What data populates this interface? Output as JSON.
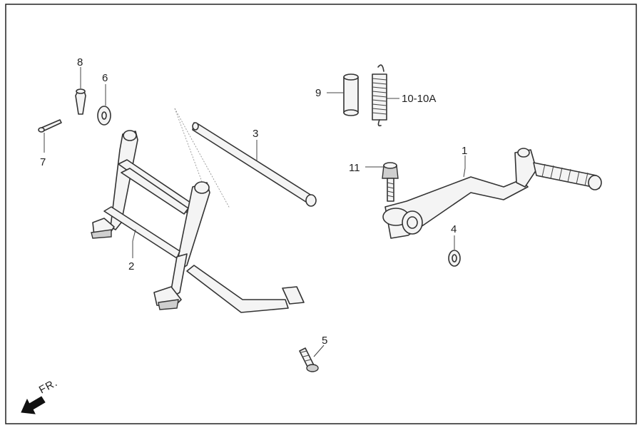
{
  "callouts": {
    "p1": "1",
    "p2": "2",
    "p3": "3",
    "p4": "4",
    "p5": "5",
    "p6": "6",
    "p7": "7",
    "p8": "8",
    "p9": "9",
    "p10": "10-10A",
    "p11": "11"
  },
  "direction": {
    "label": "FR.",
    "icon": "front-arrow-icon"
  },
  "colors": {
    "line": "#333333",
    "frame": "#222222",
    "background": "#ffffff"
  }
}
